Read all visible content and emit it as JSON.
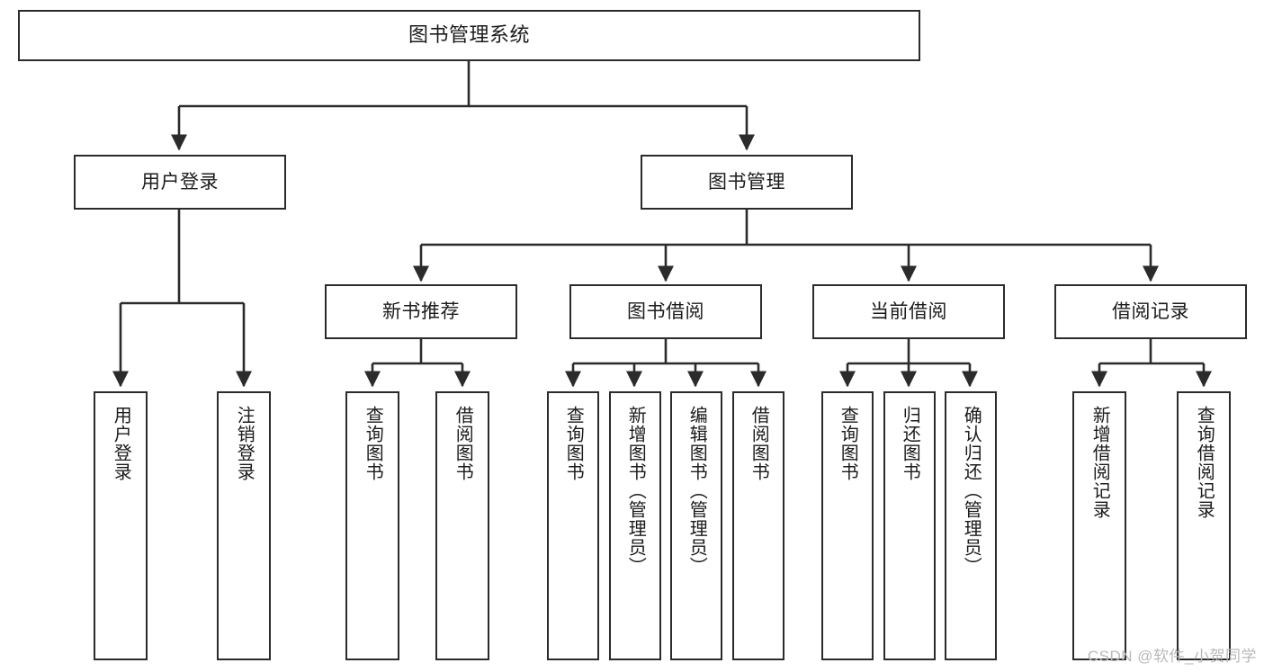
{
  "diagram": {
    "title": "图书管理系统",
    "watermark": "CSDN @软件_小贺同学",
    "colors": {
      "background": "#ffffff",
      "box_border": "#2b2b2b",
      "box_fill": "#ffffff",
      "connector": "#2b2b2b",
      "text": "#1b1b1b",
      "watermark": "#b9b9b9"
    },
    "levels": {
      "root": {
        "label": "图书管理系统"
      },
      "level2": [
        {
          "id": "user-login",
          "label": "用户登录"
        },
        {
          "id": "book-manage",
          "label": "图书管理"
        }
      ],
      "level3": [
        {
          "id": "new-book-recommend",
          "label": "新书推荐"
        },
        {
          "id": "book-borrow",
          "label": "图书借阅"
        },
        {
          "id": "current-borrow",
          "label": "当前借阅"
        },
        {
          "id": "borrow-record",
          "label": "借阅记录"
        }
      ],
      "leaves": {
        "user_login": [
          {
            "id": "leaf-user-login",
            "label": "用户登录"
          },
          {
            "id": "leaf-logout-login",
            "label": "注销登录"
          }
        ],
        "new_book_recommend": [
          {
            "id": "leaf-query-book-1",
            "label": "查询图书"
          },
          {
            "id": "leaf-borrow-book-1",
            "label": "借阅图书"
          }
        ],
        "book_borrow": [
          {
            "id": "leaf-query-book-2",
            "label": "查询图书"
          },
          {
            "id": "leaf-add-book",
            "label": "新增图书（管理员）"
          },
          {
            "id": "leaf-edit-book",
            "label": "编辑图书（管理员）"
          },
          {
            "id": "leaf-borrow-book-2",
            "label": "借阅图书"
          }
        ],
        "current_borrow": [
          {
            "id": "leaf-query-book-3",
            "label": "查询图书"
          },
          {
            "id": "leaf-return-book",
            "label": "归还图书"
          },
          {
            "id": "leaf-confirm-return",
            "label": "确认归还（管理员）"
          }
        ],
        "borrow_record": [
          {
            "id": "leaf-add-record",
            "label": "新增借阅记录"
          },
          {
            "id": "leaf-query-record",
            "label": "查询借阅记录"
          }
        ]
      }
    }
  }
}
